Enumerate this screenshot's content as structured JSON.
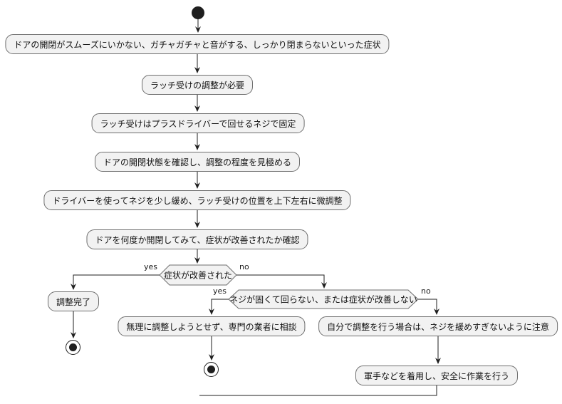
{
  "diagram": {
    "type": "activity-flowchart",
    "colors": {
      "background": "#ffffff",
      "node_fill": "#f2f2f2",
      "node_border": "#6e6e6e",
      "edge": "#1f1f1f",
      "text": "#111111"
    },
    "nodes": {
      "a1": {
        "label": "ドアの開閉がスムーズにいかない、ガチャガチャと音がする、しっかり閉まらないといった症状"
      },
      "a2": {
        "label": "ラッチ受けの調整が必要"
      },
      "a3": {
        "label": "ラッチ受けはプラスドライバーで回せるネジで固定"
      },
      "a4": {
        "label": "ドアの開閉状態を確認し、調整の程度を見極める"
      },
      "a5": {
        "label": "ドライバーを使ってネジを少し緩め、ラッチ受けの位置を上下左右に微調整"
      },
      "a6": {
        "label": "ドアを何度か開閉してみて、症状が改善されたか確認"
      },
      "done": {
        "label": "調整完了"
      },
      "consult": {
        "label": "無理に調整しようとせず、専門の業者に相談"
      },
      "caution": {
        "label": "自分で調整を行う場合は、ネジを緩めすぎないように注意"
      },
      "gloves": {
        "label": "軍手などを着用し、安全に作業を行う"
      }
    },
    "decisions": {
      "d1": {
        "label": "症状が改善された",
        "yes": "yes",
        "no": "no"
      },
      "d2": {
        "label": "ネジが固くて回らない、または症状が改善しない",
        "yes": "yes",
        "no": "no"
      }
    }
  }
}
